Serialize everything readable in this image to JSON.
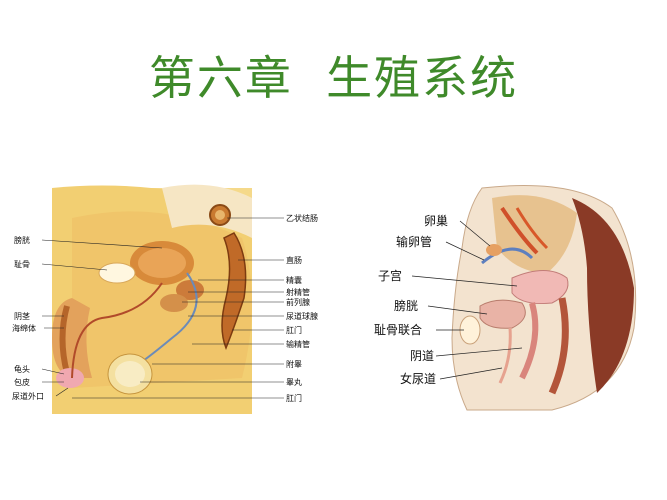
{
  "slide": {
    "title": "第六章  生殖系统"
  },
  "male_diagram": {
    "left_labels": [
      "膀胱",
      "耻骨",
      "阴茎",
      "海绵体",
      "龟头",
      "包皮",
      "尿道外口"
    ],
    "right_labels": [
      "乙状结肠",
      "直肠",
      "精囊",
      "射精管",
      "前列腺",
      "尿道球腺",
      "肛门",
      "输精管",
      "附睾",
      "睾丸",
      "肛门"
    ]
  },
  "female_diagram": {
    "labels": [
      "卵巢",
      "输卵管",
      "子宫",
      "膀胱",
      "耻骨联合",
      "阴道",
      "女尿道"
    ]
  },
  "colors": {
    "title": "#3f8a2a"
  }
}
